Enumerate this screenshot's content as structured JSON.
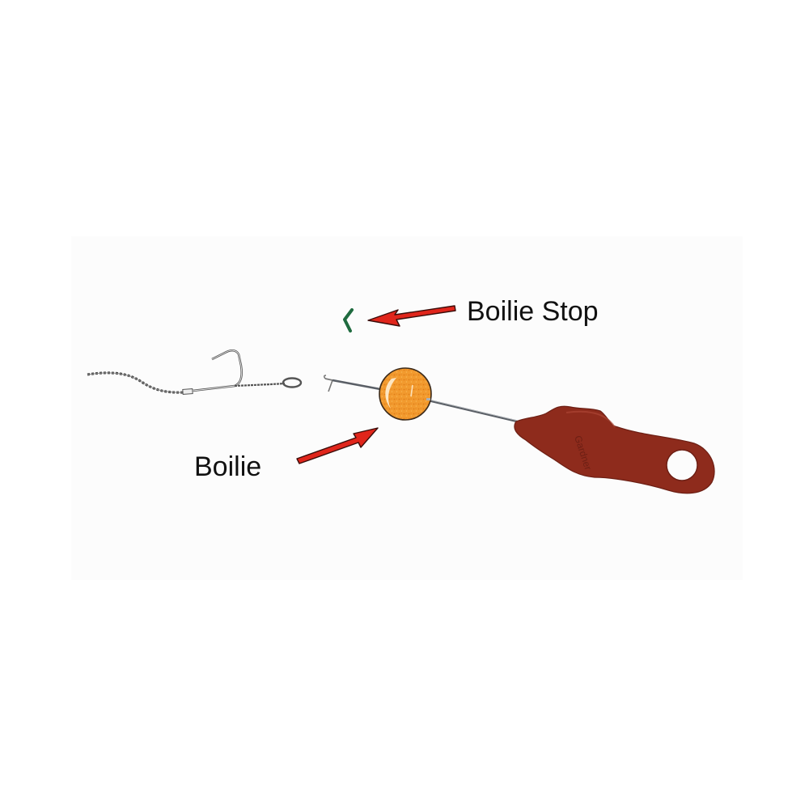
{
  "diagram": {
    "labels": {
      "boilie_stop": "Boilie Stop",
      "boilie": "Boilie"
    },
    "handle_brand_text": "Gardner",
    "colors": {
      "background": "#ffffff",
      "panel": "#fcfcfc",
      "arrow_fill": "#e0251b",
      "arrow_stroke": "#3a0d0a",
      "boilie_fill": "#f29a2e",
      "boilie_outline": "#3b2a1a",
      "stop_color": "#1f6b3f",
      "handle_color": "#8e2b1c",
      "needle_color": "#5a5f66",
      "hook_color": "#6b6b6b"
    },
    "components": [
      "hook-rig",
      "boilie-stop",
      "boilie",
      "baiting-needle"
    ]
  }
}
